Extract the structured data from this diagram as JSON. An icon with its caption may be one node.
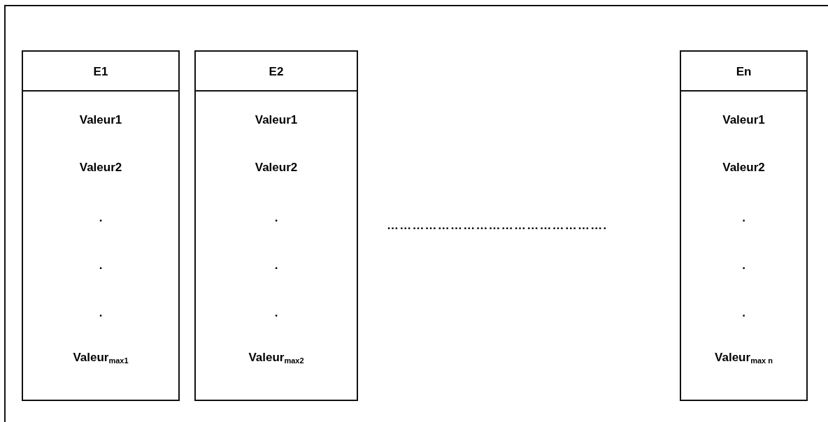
{
  "diagram": {
    "nodes": [
      {
        "text": [
          "E1",
          "Valeur1",
          "Valeur2",
          ".",
          ".",
          ".",
          "Valeur$_{max1}$"
        ]
      },
      {
        "text": [
          "E2",
          "Valeur1",
          "Valeur2",
          ".",
          ".",
          ".",
          "Valeur$_{max2}$"
        ]
      },
      {
        "text": [
          "En",
          "Valeur1",
          "Valeur2",
          ".",
          ".",
          ".",
          "Valeur$_{max n}$"
        ]
      }
    ],
    "edges": [],
    "labels": [
      "……………………………………………."
    ]
  }
}
